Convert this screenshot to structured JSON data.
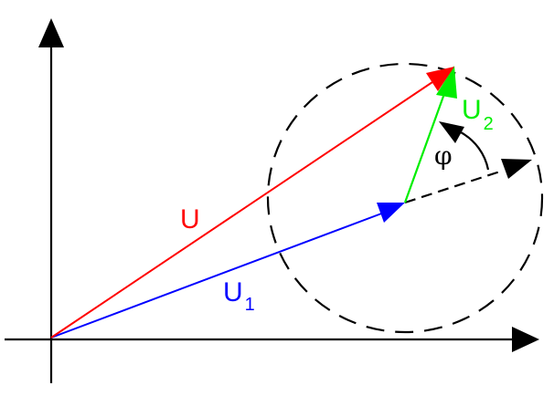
{
  "labels": {
    "u": "U",
    "u1_main": "U",
    "u1_sub": "1",
    "u2_main": "U",
    "u2_sub": "2",
    "phi": "φ"
  },
  "colors": {
    "axis": "#000000",
    "u": "#ff0000",
    "u1": "#0000ff",
    "u2": "#00ee00",
    "circle": "#000000"
  }
}
